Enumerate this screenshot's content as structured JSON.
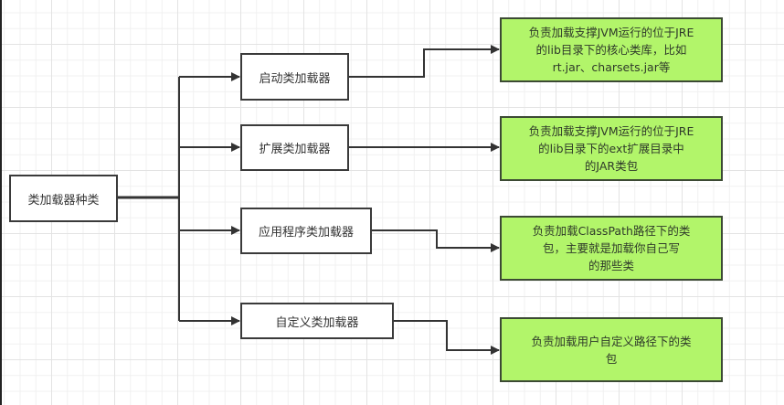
{
  "diagram": {
    "root": {
      "label": "类加载器种类"
    },
    "loaders": [
      {
        "label": "启动类加载器",
        "description": [
          "负责加载支撑JVM运行的位于JRE",
          "的lib目录下的核心类库，比如",
          "rt.jar、charsets.jar等"
        ]
      },
      {
        "label": "扩展类加载器",
        "description": [
          "负责加载支撑JVM运行的位于JRE",
          "的lib目录下的ext扩展目录中",
          "的JAR类包"
        ]
      },
      {
        "label": "应用程序类加载器",
        "description": [
          "负责加载ClassPath路径下的类",
          "包，主要就是加载你自己写",
          "的那些类"
        ]
      },
      {
        "label": "自定义类加载器",
        "description": [
          "负责加载用户自定义路径下的类",
          "包"
        ]
      }
    ],
    "colors": {
      "description_fill": "#b2f56a",
      "description_border": "#3c4a34",
      "connector": "#333333"
    }
  }
}
